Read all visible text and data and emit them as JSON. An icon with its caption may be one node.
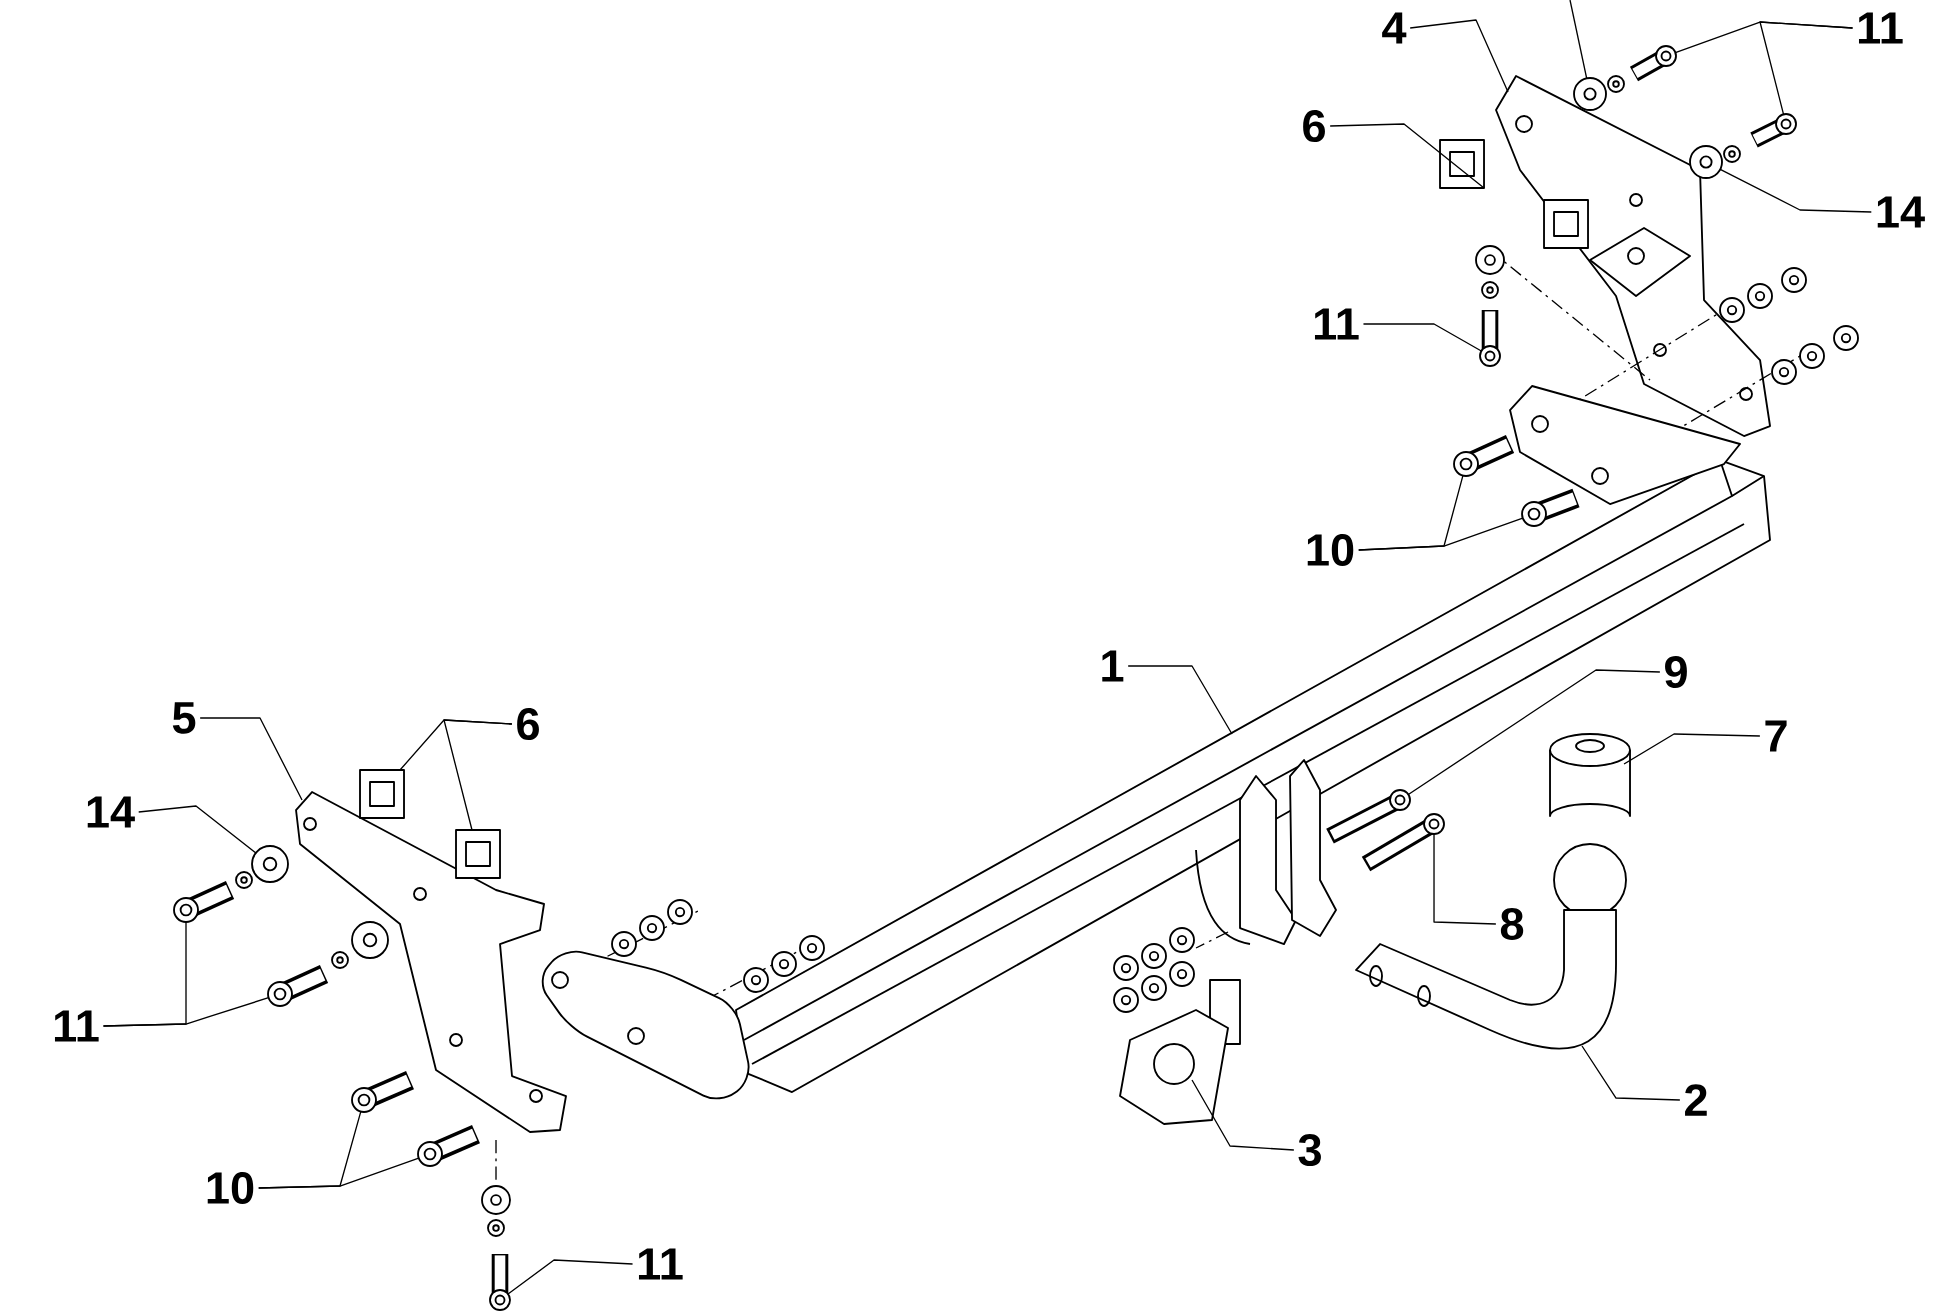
{
  "diagram": {
    "nodes": [
      {
        "text": [
          "4"
        ]
      },
      {
        "text": [
          "11"
        ]
      },
      {
        "text": [
          "6"
        ]
      },
      {
        "text": [
          "14"
        ]
      },
      {
        "text": [
          "11"
        ]
      },
      {
        "text": [
          "10"
        ]
      },
      {
        "text": [
          "1"
        ]
      },
      {
        "text": [
          "9"
        ]
      },
      {
        "text": [
          "7"
        ]
      },
      {
        "text": [
          "5"
        ]
      },
      {
        "text": [
          "6"
        ]
      },
      {
        "text": [
          "14"
        ]
      },
      {
        "text": [
          "11"
        ]
      },
      {
        "text": [
          "8"
        ]
      },
      {
        "text": [
          "2"
        ]
      },
      {
        "text": [
          "3"
        ]
      },
      {
        "text": [
          "10"
        ]
      },
      {
        "text": [
          "11"
        ]
      },
      {
        "text": [],
        "shape": "bracket"
      },
      {
        "text": [],
        "shape": "bolt"
      },
      {
        "text": [],
        "shape": "bolt"
      },
      {
        "text": [],
        "shape": "clip"
      },
      {
        "text": [],
        "shape": "washer"
      },
      {
        "text": [],
        "shape": "bolt"
      },
      {
        "text": [],
        "shape": "bolt"
      },
      {
        "text": [],
        "shape": "bolt"
      },
      {
        "text": [],
        "shape": "bar"
      },
      {
        "text": [],
        "shape": "bolt"
      },
      {
        "text": [],
        "shape": "cap"
      },
      {
        "text": [],
        "shape": "bracket"
      },
      {
        "text": [],
        "shape": "clip"
      },
      {
        "text": [],
        "shape": "clip"
      },
      {
        "text": [],
        "shape": "washer"
      },
      {
        "text": [],
        "shape": "bolt"
      },
      {
        "text": [],
        "shape": "bolt"
      },
      {
        "text": [],
        "shape": "bolt"
      },
      {
        "text": [],
        "shape": "hook"
      },
      {
        "text": [],
        "shape": "plate"
      },
      {
        "text": [],
        "shape": "bolt"
      },
      {
        "text": [],
        "shape": "bolt"
      },
      {
        "text": [],
        "shape": "bolt"
      },
      {
        "text": [],
        "shape": "washer"
      }
    ],
    "edges": [
      {
        "from": 0,
        "to": 18,
        "arrow": "none"
      },
      {
        "from": 1,
        "to": 19,
        "arrow": "none"
      },
      {
        "from": 1,
        "to": 20,
        "arrow": "none"
      },
      {
        "from": 2,
        "to": 21,
        "arrow": "none"
      },
      {
        "from": 3,
        "to": 22,
        "arrow": "none"
      },
      {
        "from": 4,
        "to": 23,
        "arrow": "none"
      },
      {
        "from": 5,
        "to": 24,
        "arrow": "none"
      },
      {
        "from": 5,
        "to": 25,
        "arrow": "none"
      },
      {
        "from": 6,
        "to": 26,
        "arrow": "none"
      },
      {
        "from": 7,
        "to": 27,
        "arrow": "none"
      },
      {
        "from": 8,
        "to": 28,
        "arrow": "none"
      },
      {
        "from": 9,
        "to": 29,
        "arrow": "none"
      },
      {
        "from": 10,
        "to": 30,
        "arrow": "none"
      },
      {
        "from": 10,
        "to": 31,
        "arrow": "none"
      },
      {
        "from": 11,
        "to": 32,
        "arrow": "none"
      },
      {
        "from": 12,
        "to": 33,
        "arrow": "none"
      },
      {
        "from": 12,
        "to": 34,
        "arrow": "none"
      },
      {
        "from": 13,
        "to": 35,
        "arrow": "none"
      },
      {
        "from": 14,
        "to": 36,
        "arrow": "none"
      },
      {
        "from": 15,
        "to": 37,
        "arrow": "none"
      },
      {
        "from": 16,
        "to": 38,
        "arrow": "none"
      },
      {
        "from": 16,
        "to": 39,
        "arrow": "none"
      },
      {
        "from": 17,
        "to": 40,
        "arrow": "none"
      },
      {
        "from": null,
        "to": 41,
        "arrow": "none"
      }
    ]
  }
}
